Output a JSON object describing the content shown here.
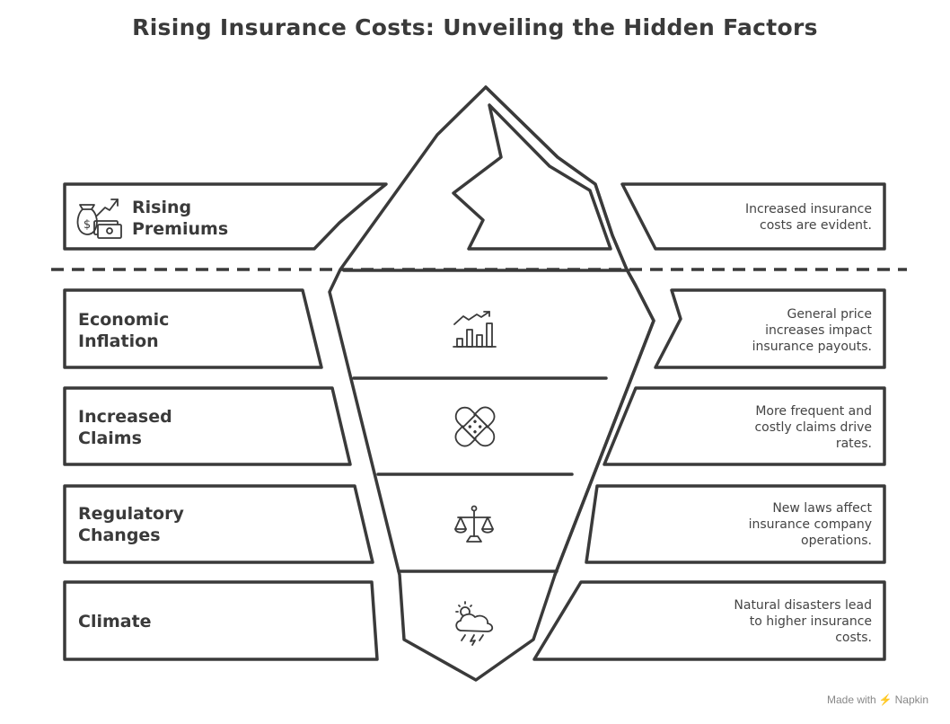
{
  "title": "Rising Insurance Costs: Unveiling the Hidden Factors",
  "rows": [
    {
      "label": "Rising\nPremiums",
      "icon": "money-bag-growth-icon",
      "description": "Increased insurance costs are evident."
    },
    {
      "label": "Economic\nInflation",
      "icon": "growth-chart-icon",
      "description": "General price increases impact insurance payouts."
    },
    {
      "label": "Increased\nClaims",
      "icon": "bandage-icon",
      "description": "More frequent and costly claims drive rates."
    },
    {
      "label": "Regulatory\nChanges",
      "icon": "scales-icon",
      "description": "New laws affect insurance company operations."
    },
    {
      "label": "Climate",
      "icon": "storm-cloud-icon",
      "description": "Natural disasters lead to higher insurance costs."
    }
  ],
  "footer": {
    "prefix": "Made with",
    "brand": "Napkin"
  },
  "colors": {
    "stroke": "#3a3a3a",
    "background": "#ffffff"
  }
}
